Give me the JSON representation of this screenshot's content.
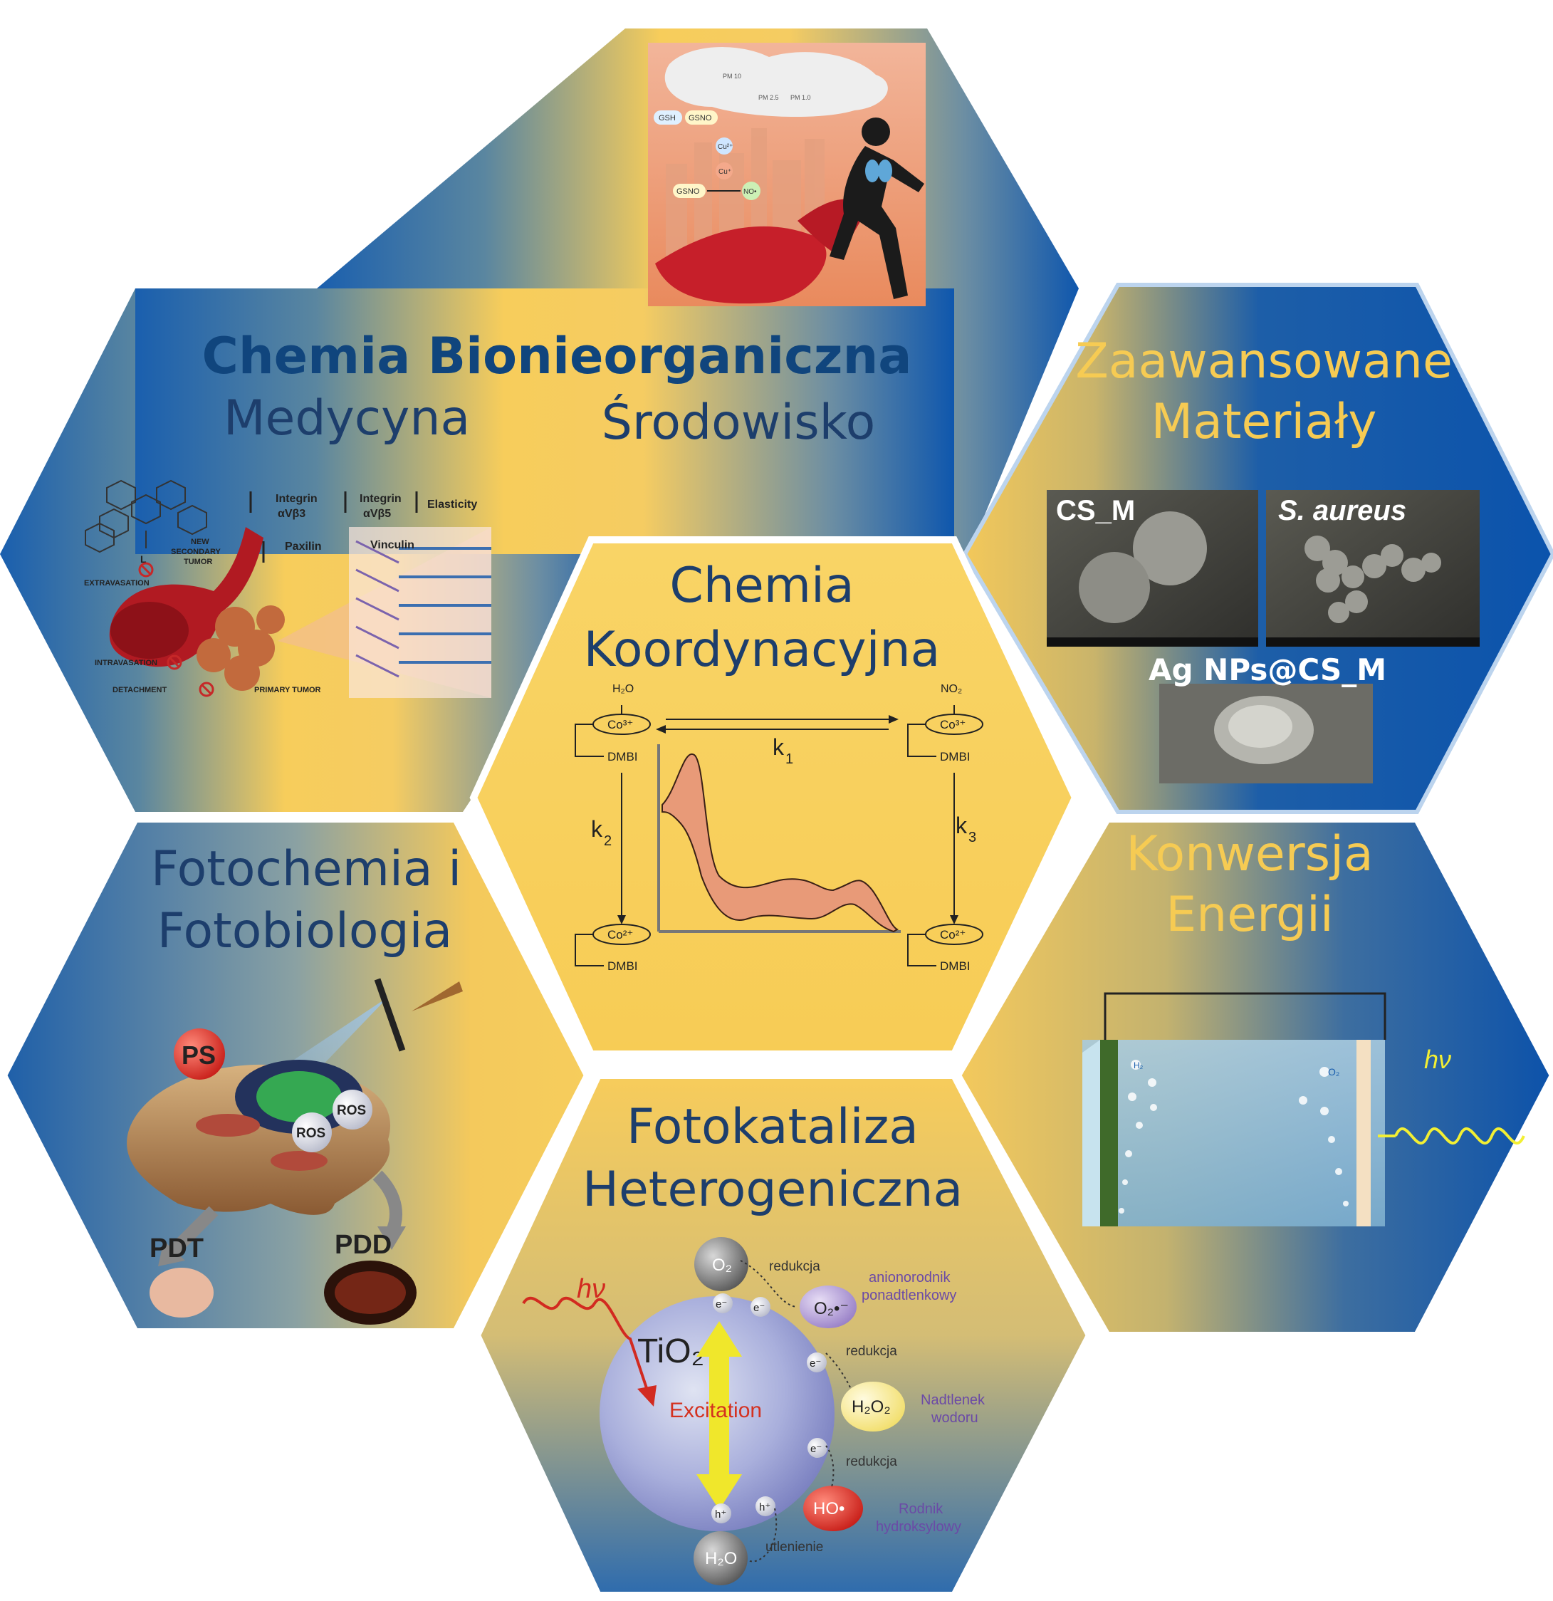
{
  "colors": {
    "blue": "#1a5fae",
    "blue_dark": "#0e4a93",
    "gold": "#f7cd5b",
    "gold_light": "#fbd56a",
    "title_dark": "#10457d",
    "title_text": "#1d3e6c",
    "title_gold": "#f6cb53"
  },
  "hexagons": {
    "top": {
      "title": "Chemia Bionieorganiczna",
      "left_subtitle": "Medycyna",
      "right_subtitle": "Środowisko",
      "env_labels": {
        "gsh": "GSH",
        "gsno": "GSNO",
        "cu2": "Cu²⁺",
        "cu1": "Cu⁺",
        "gsno2": "GSNO",
        "no": "NO•",
        "pm10": "PM 10",
        "pm25": "PM 2.5",
        "pm1": "PM 1.0"
      },
      "med_labels": {
        "integrin1": "Integrin",
        "integrin1b": "αVβ3",
        "integrin2": "Integrin",
        "integrin2b": "αVβ5",
        "elasticity": "Elasticity",
        "paxilin": "Paxilin",
        "vinculin": "Vinculin",
        "new_tumor_1": "NEW",
        "new_tumor_2": "SECONDARY",
        "new_tumor_3": "TUMOR",
        "extravasation": "EXTRAVASATION",
        "intravasation": "INTRAVASATION",
        "detachment": "DETACHMENT",
        "primary": "PRIMARY TUMOR",
        "ligand": "L"
      }
    },
    "right_top": {
      "title_line1": "Zaawansowane",
      "title_line2": "Materiały",
      "img1_label": "CS_M",
      "img2_label": "S. aureus",
      "img3_label": "Ag NPs@CS_M"
    },
    "center": {
      "title_line1": "Chemia",
      "title_line2": "Koordynacyjna",
      "h2o": "H₂O",
      "no2": "NO₂",
      "co3_left": "Co³⁺",
      "co3_right": "Co³⁺",
      "co2_left": "Co²⁺",
      "co2_right": "Co²⁺",
      "dmbi": "DMBI",
      "k1": "k",
      "k1_sub": "1",
      "k2": "k",
      "k2_sub": "2",
      "k3": "k",
      "k3_sub": "3"
    },
    "left_bottom": {
      "title_line1": "Fotochemia i",
      "title_line2": "Fotobiologia",
      "ps": "PS",
      "ros1": "ROS",
      "ros2": "ROS",
      "pdt": "PDT",
      "pdd": "PDD"
    },
    "right_bottom": {
      "title_line1": "Konwersja",
      "title_line2": "Energii",
      "hv": "hν",
      "h2": "H₂",
      "o2": "O₂"
    },
    "bottom": {
      "title_line1": "Fotokataliza",
      "title_line2": "Heterogeniczna",
      "hv": "hν",
      "tio2": "TiO₂",
      "excitation": "Excitation",
      "o2": "O₂",
      "electron": "e⁻",
      "hole": "h⁺",
      "superoxide": "O₂•⁻",
      "h2o2": "H₂O₂",
      "ho": "HO•",
      "h2o": "H₂O",
      "reduction1": "redukcja",
      "reduction2": "redukcja",
      "reduction3": "redukcja",
      "oxidation": "utlenienie",
      "anion_1": "anionorodnik",
      "anion_2": "ponadtlenkowy",
      "perox_1": "Nadtlenek",
      "perox_2": "wodoru",
      "hydroxyl_1": "Rodnik",
      "hydroxyl_2": "hydroksylowy"
    }
  }
}
